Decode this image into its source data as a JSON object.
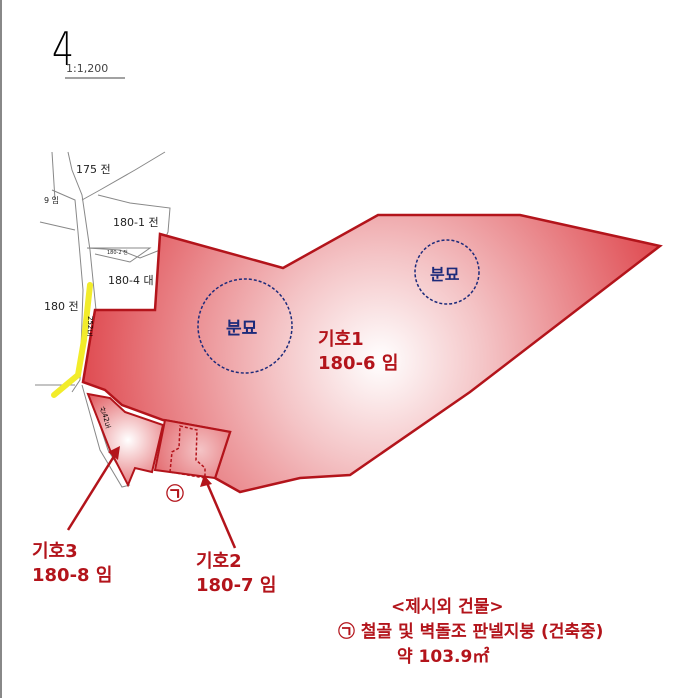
{
  "north": {
    "symbol": "4",
    "scale": "1:1,200"
  },
  "neighbors": [
    {
      "label": "175 전"
    },
    {
      "label": "9 임"
    },
    {
      "label": "180-1 전"
    },
    {
      "label": "180-2 전"
    },
    {
      "label": "180-4 대"
    },
    {
      "label": "180 전"
    }
  ],
  "roads": [
    {
      "label": "252도"
    },
    {
      "label": "산42도"
    }
  ],
  "parcels": [
    {
      "code": "기호1",
      "lot": "180-6 임"
    },
    {
      "code": "기호2",
      "lot": "180-7 임"
    },
    {
      "code": "기호3",
      "lot": "180-8 임"
    }
  ],
  "graves": [
    "분묘",
    "분묘"
  ],
  "building_marker": "㉠",
  "note": {
    "title": "<제시외 건물>",
    "line1": "㉠ 철골 및 벽돌조 판넬지붕 (건축중)",
    "line2": "약 103.9㎡"
  },
  "colors": {
    "parcel": "#d9343a",
    "outline": "#b3141b",
    "road": "#f2ec2a",
    "grave": "#1c2a7a"
  }
}
